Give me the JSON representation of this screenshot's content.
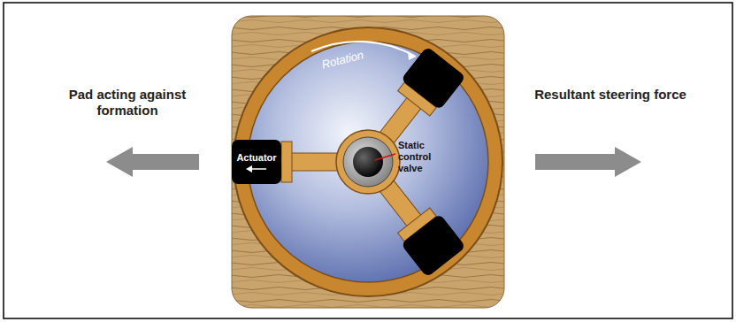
{
  "diagram": {
    "nodes": [
      {
        "text": [
          "Actuator"
        ]
      }
    ],
    "labels": [
      "Pad acting against formation",
      "Rotation",
      "Static control valve",
      "Resultant steering force"
    ]
  }
}
